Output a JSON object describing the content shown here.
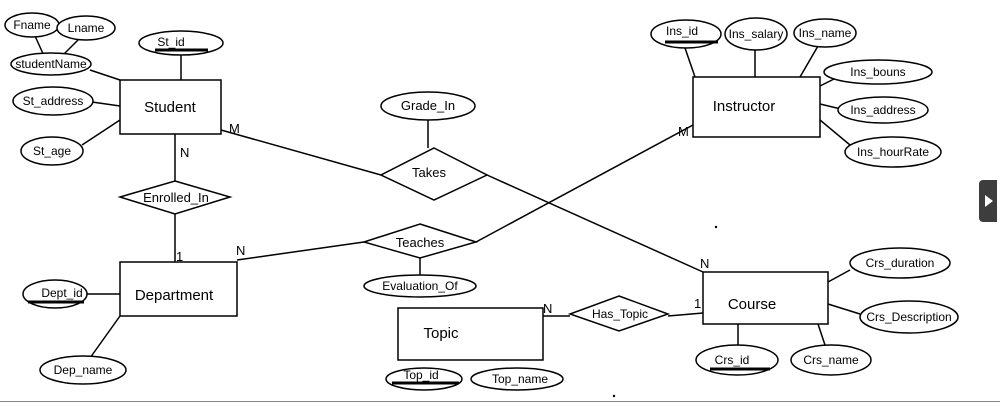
{
  "entities": {
    "student": "Student",
    "instructor": "Instructor",
    "department": "Department",
    "course": "Course",
    "topic": "Topic"
  },
  "relationships": {
    "enrolled_in": "Enrolled_In",
    "takes": "Takes",
    "teaches": "Teaches",
    "has_topic": "Has_Topic"
  },
  "attributes": {
    "fname": "Fname",
    "lname": "Lname",
    "student_name": "studentName",
    "st_id": "St_id",
    "st_address": "St_address",
    "st_age": "St_age",
    "grade_in": "Grade_In",
    "ins_id": "Ins_id",
    "ins_salary": "Ins_salary",
    "ins_name": "Ins_name",
    "ins_bouns": "Ins_bouns",
    "ins_address": "Ins_address",
    "ins_hour_rate": "Ins_hourRate",
    "dept_id": "Dept_id",
    "dep_name": "Dep_name",
    "evaluation_of": "Evaluation_Of",
    "top_id": "Top_id",
    "top_name": "Top_name",
    "crs_id": "Crs_id",
    "crs_name": "Crs_name",
    "crs_duration": "Crs_duration",
    "crs_description": "Crs_Description"
  },
  "cardinalities": {
    "student_takes": "M",
    "instructor_teaches": "M",
    "student_enrolled": "N",
    "department_enrolled": "1",
    "department_teaches": "N",
    "course_takes": "N",
    "topic_has": "N",
    "course_has": "1"
  },
  "scroll_handle_icon": "play-arrow-icon"
}
